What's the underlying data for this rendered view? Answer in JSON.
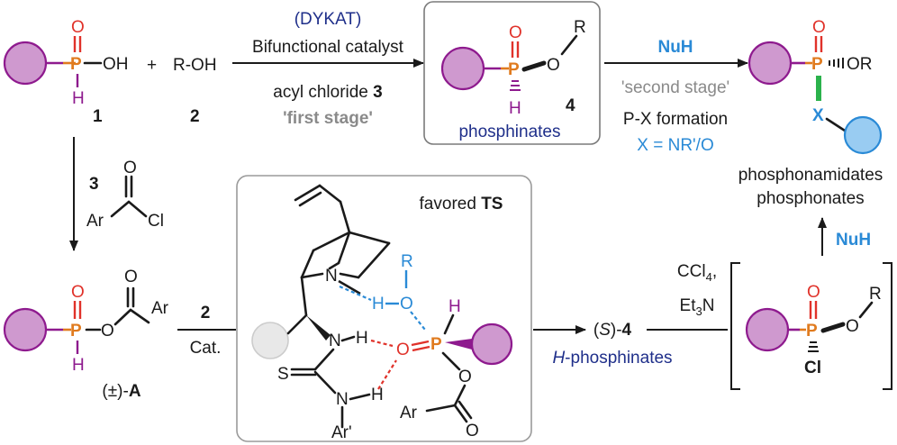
{
  "colors": {
    "black": "#1a1a1a",
    "purple_atom": "#8e1a8e",
    "orange_P": "#e07b1f",
    "red_O": "#e0322a",
    "navy": "#1f2f8a",
    "blue": "#2a8ad6",
    "gray": "#8a8a8a",
    "green_bond": "#2bb24c",
    "purple_fill": "#cf99cf",
    "blue_fill": "#99ccf2",
    "gray_fill": "#e8e8e8",
    "box_border": "#7a7a7a"
  },
  "atoms": {
    "P": "P",
    "O": "O",
    "H": "H",
    "OH": "OH",
    "R": "R",
    "OR": "OR",
    "N": "N",
    "S": "S",
    "Ar": "Ar",
    "Ar_prime": "Ar'",
    "Cl": "Cl",
    "X": "X"
  },
  "compound1": {
    "number": "1"
  },
  "compound2": {
    "number": "2",
    "formula": "R-OH",
    "plus": "+"
  },
  "step1": {
    "dykat": "(DYKAT)",
    "catalyst": "Bifunctional catalyst",
    "reagent_prefix": "acyl chloride ",
    "reagent_number": "3",
    "stage": "'first stage'"
  },
  "compound4_box": {
    "number": "4",
    "label": "phosphinates"
  },
  "step2": {
    "reagent": "NuH",
    "stage": "'second stage'",
    "formation": "P-X formation",
    "x_def": "X = NR'/O"
  },
  "products": {
    "line1": "phosphonamidates",
    "line2": "phosphonates"
  },
  "reagent3": {
    "number": "3"
  },
  "intermediateA": {
    "label_prefix": "(±)-",
    "label_bold": "A"
  },
  "step3": {
    "reagent": "2",
    "catalyst": "Cat."
  },
  "ts_box": {
    "title_prefix": "favored ",
    "title_bold": "TS"
  },
  "step4": {
    "product_prefix": "(",
    "product_italic": "S",
    "product_suffix": ")-",
    "product_number": "4",
    "label_italic": "H",
    "label_rest": "-phosphinates"
  },
  "step5": {
    "reagent1": "CCl",
    "reagent1_sub": "4",
    "reagent1_suffix": ",",
    "reagent2": "Et",
    "reagent2_sub": "3",
    "reagent2_suffix": "N"
  },
  "step6": {
    "reagent": "NuH"
  }
}
